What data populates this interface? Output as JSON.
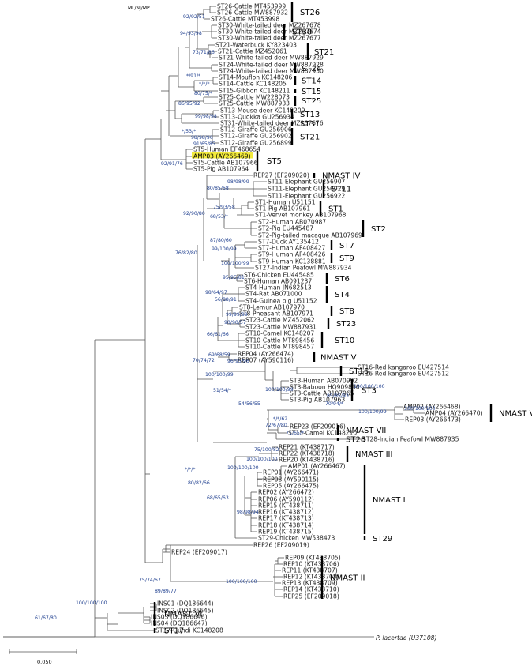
{
  "header": "ML/NJ/MP",
  "scale_label": "0.050",
  "outgroup": "P. lacertae (U37108)",
  "highlight_color": "#f2ea3c",
  "bootstrap_color": "#1f3f8f",
  "taxa": [
    "ST26-Cattle MT453999",
    "ST26-Cattle MW887932",
    "ST26-Cattle MT453998",
    "ST30-White-tailed deer MZ267678",
    "ST30-White-tailed deer MZ267674",
    "ST30-White-tailed deer MZ267677",
    "ST21-Waterbuck KY823403",
    "ST21-Cattle MZ452061",
    "ST21-White-tailed deer MW887929",
    "ST24-White-tailed deer MW887928",
    "ST24-White-tailed deer MW887930",
    "ST14-Mouflon KC148206",
    "ST14-Cattle KC148205",
    "ST15-Gibbon KC148211",
    "ST25-Cattle MW228073",
    "ST25-Cattle MW887933",
    "ST13-Mouse deer KC148209",
    "ST13-Quokka GU256934",
    "ST31-White-tailed deer MZ267676",
    "ST12-Giraffe GU256906",
    "ST12-Giraffe GU256902",
    "ST12-Giraffe GU256899",
    "ST5-Human EF468654",
    "AMP03 (AY266469)",
    "ST5-Cattle AB107966",
    "ST5-Pig AB107964",
    "REP27 (EF209020)",
    "ST11-Elephant GU256907",
    "ST11-Elephant GU256929",
    "ST11-Elephant GU256922",
    "ST1-Human U51151",
    "ST1-Pig AB107961",
    "ST1-Vervet monkey AB107968",
    "ST2-Human AB070987",
    "ST2-Pig EU445487",
    "ST2-Pig-tailed macaque AB107969",
    "ST7-Duck AY135412",
    "ST7-Human AF408427",
    "ST9-Human AF408426",
    "ST9-Human KC138881",
    "ST27-Indian Peafowl MW887934",
    "ST6-Chicken EU445485",
    "ST6-Human AB091237",
    "ST4-Human JN682513",
    "ST4-Rat AB071000",
    "ST4-Guinea pig U51152",
    "ST8-Lemur AB107970",
    "ST8-Pheasant AB107971",
    "ST23-Cattle MZ452062",
    "ST23-Cattle MW887931",
    "ST10-Camel KC148207",
    "ST10-Cattle MT898456",
    "ST10-Cattle MT898457",
    "REP04 (AY266474)",
    "REP07 (AY590116)",
    "ST16-Red kangaroo EU427514",
    "ST16-Red kangaroo EU427512",
    "ST3-Human AB070992",
    "ST3-Baboon HQ909890",
    "ST3-Cattle AB107965",
    "ST3-Pig AB107963",
    "AMP02 (AY266468)",
    "AMP04 (AY266470)",
    "REP03 (AY266473)",
    "REP23 (EF209016)",
    "ST15-Camel KC148210",
    "ST28-Indian Peafowl MW887935",
    "REP21 (KT438717)",
    "REP22 (KT438718)",
    "REP20 (KT438716)",
    "AMP01 (AY266467)",
    "REP01 (AY266471)",
    "REP08 (AY590115)",
    "REP05 (AY266475)",
    "REP02 (AY266472)",
    "REP06 (AY590112)",
    "REP15 (KT438711)",
    "REP16 (KT438712)",
    "REP17 (KT438713)",
    "REP18 (KT438714)",
    "REP19 (KT438715)",
    "ST29-Chicken MW538473",
    "REP26 (EF209019)",
    "REP24 (EF209017)",
    "REP09 (KT438705)",
    "REP10 (KT438706)",
    "REP11 (KT438707)",
    "REP12 (KT438708)",
    "REP13 (KT438709)",
    "REP14 (KT438710)",
    "REP25 (EF209018)",
    "INS01 (DQ186644)",
    "INS02 (DQ186645)",
    "INS03 (DQ186646)",
    "INS04 (DQ186647)",
    "ST17-Gundi KC148208"
  ],
  "bootstrap": [
    "92/92/51",
    "94/93/98",
    "73/71/86",
    "*/91/*",
    "*/*/*",
    "80/75/*",
    "86/95/92",
    "99/98/98",
    "*/53/*",
    "98/98/96",
    "91/65/85",
    "92/91/76",
    "98/98/99",
    "80/85/68",
    "92/90/80",
    "75/93/58",
    "68/53/*",
    "87/80/60",
    "99/100/99",
    "100/100/99",
    "76/82/80",
    "95/95/81",
    "98/64/97",
    "56/88/91",
    "99/99/99",
    "90/90/57",
    "66/61/66",
    "69/68/59",
    "96/95/96",
    "70/74/72",
    "100/100/99",
    "51/54/*",
    "54/56/55",
    "100/100/100",
    "100/100/99",
    "85/85/93",
    "70/94/*",
    "100/100/100",
    "100/100/99",
    "*/*/62",
    "72/67/80",
    "71/65/*",
    "75/100/82",
    "100/100/100",
    "*/*/*",
    "80/82/66",
    "100/100/100",
    "68/65/63",
    "98/98/94",
    "75/74/67",
    "89/89/77",
    "100/100/100",
    "100/100/100",
    "61/67/80"
  ],
  "clades": [
    "ST26",
    "ST30",
    "ST21",
    "ST24",
    "ST14",
    "ST15",
    "ST25",
    "ST13",
    "ST31",
    "ST21",
    "ST5",
    "NMAST IV",
    "ST11",
    "ST1",
    "ST2",
    "ST7",
    "ST9",
    "ST6",
    "ST4",
    "ST8",
    "ST23",
    "ST10",
    "NMAST V",
    "ST16",
    "ST3",
    "NMAST VIII",
    "NMAST VII",
    "ST28",
    "NMAST III",
    "NMAST I",
    "ST29",
    "NMAST II",
    "NMAST VI",
    "ST17"
  ]
}
